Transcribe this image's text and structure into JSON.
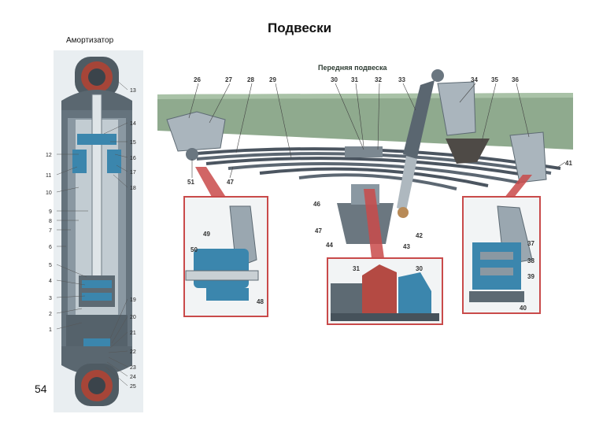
{
  "page": {
    "title": "Подвески",
    "page_number": "54"
  },
  "shock_absorber": {
    "caption": "Амортизатор",
    "labels_left": [
      "12",
      "11",
      "10",
      "9",
      "8",
      "7",
      "6",
      "5",
      "4",
      "3",
      "2",
      "1"
    ],
    "labels_right": [
      "13",
      "14",
      "15",
      "16",
      "17",
      "18",
      "19",
      "20",
      "21",
      "22",
      "23",
      "24",
      "25"
    ]
  },
  "front_suspension": {
    "subtitle": "Передняя подвеска",
    "labels_top": [
      "26",
      "27",
      "28",
      "29",
      "30",
      "31",
      "32",
      "33",
      "34",
      "35",
      "36"
    ],
    "labels_side": [
      "51",
      "47",
      "46",
      "47",
      "44",
      "43",
      "42",
      "41"
    ]
  },
  "insets": {
    "left": [
      "49",
      "50",
      "48"
    ],
    "center": [
      "31",
      "30"
    ],
    "right": [
      "37",
      "38",
      "39",
      "40"
    ]
  },
  "colors": {
    "frame": "#8faa8e",
    "metal": "#5d6b76",
    "rubber": "#b44a43",
    "highlight": "#3b8cb0",
    "inset_border": "#c94a4a"
  }
}
